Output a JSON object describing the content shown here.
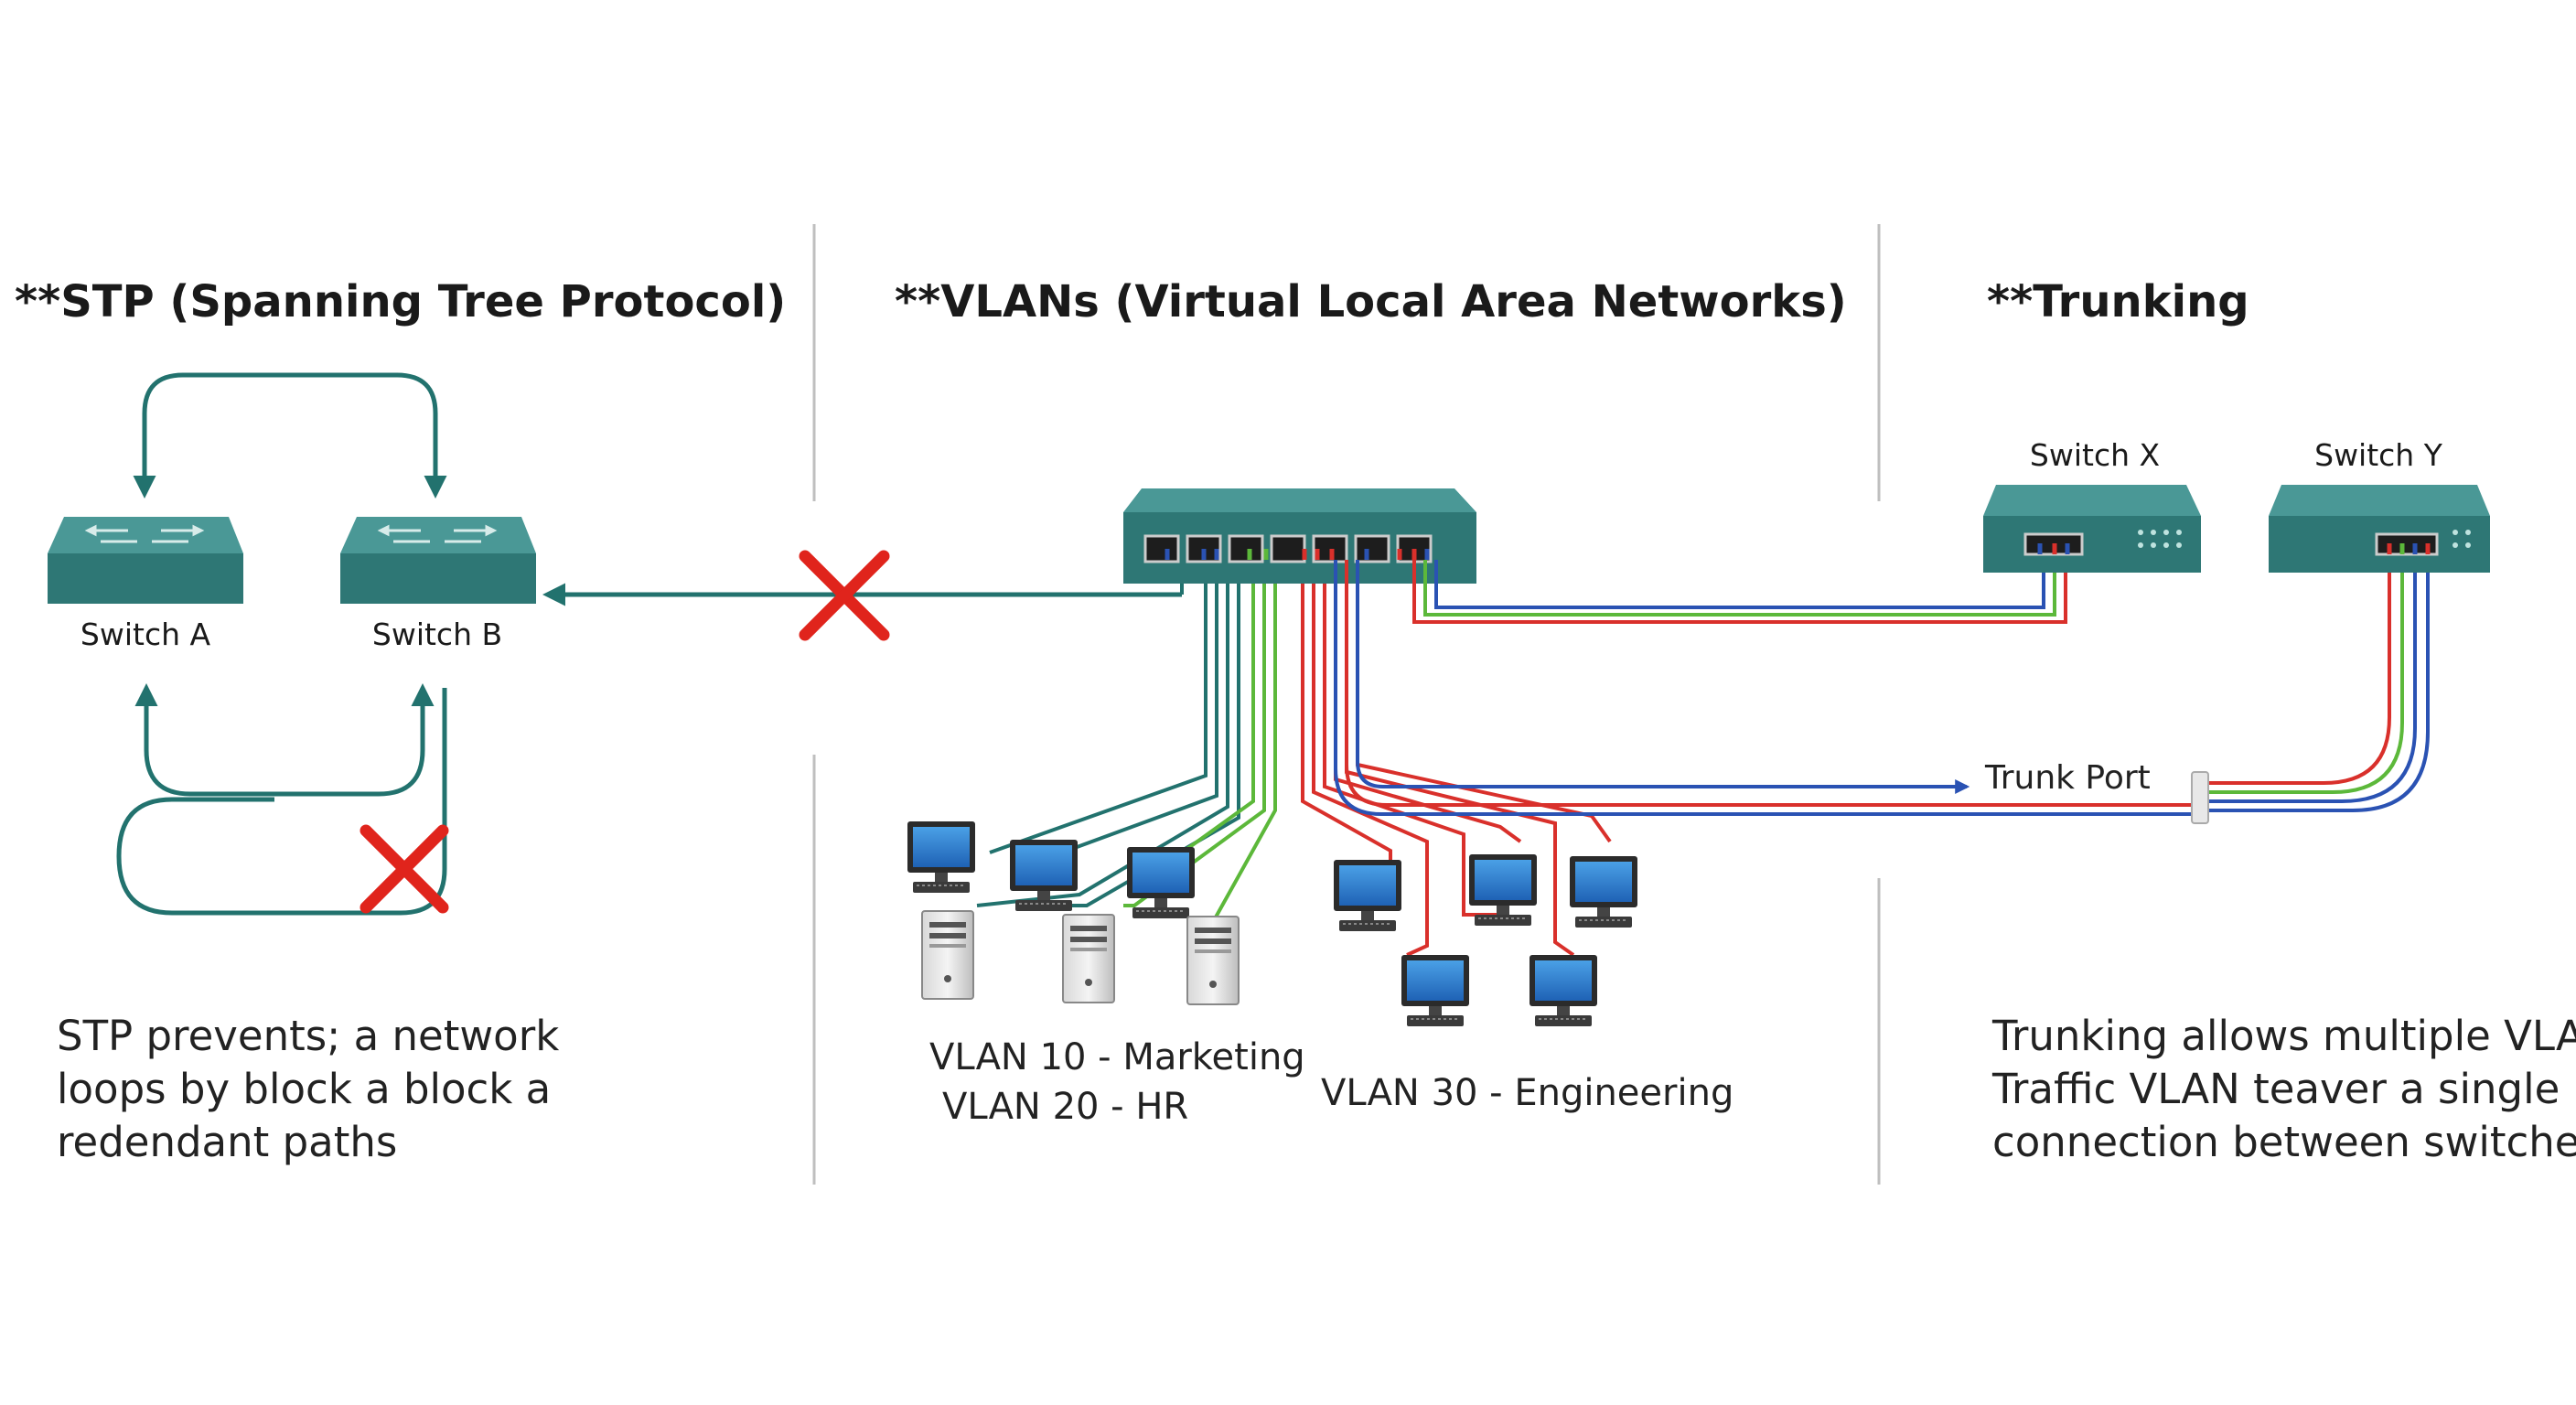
{
  "stp": {
    "title": "**STP (Spanning Tree Protocol)",
    "switch_a": "Switch A",
    "switch_b": "Switch B",
    "caption": [
      "STP prevents; a network",
      "loops by block  a block a",
      "redendant paths"
    ]
  },
  "vlans": {
    "title": "**VLANs (Virtual Local Area Networks)",
    "vlan10": "VLAN 10 - Marketing",
    "vlan20": "VLAN 20 - HR",
    "vlan30": "VLAN 30 - Engineering"
  },
  "trunking": {
    "title": "**Trunking",
    "switch_x": "Switch X",
    "switch_y": "Switch Y",
    "trunk_port": "Trunk Port",
    "caption": [
      "Trunking allows multiple VLANs",
      "Traffic VLAN teaver a single",
      "connection between switches"
    ]
  },
  "colors": {
    "switch_body": "#2e7775",
    "switch_top": "#4a9896",
    "link_teal": "#22726e",
    "vlan_green": "#5cb83a",
    "vlan_red": "#d9302b",
    "vlan_blue": "#2a52b3",
    "blocked_x": "#e0241c"
  }
}
